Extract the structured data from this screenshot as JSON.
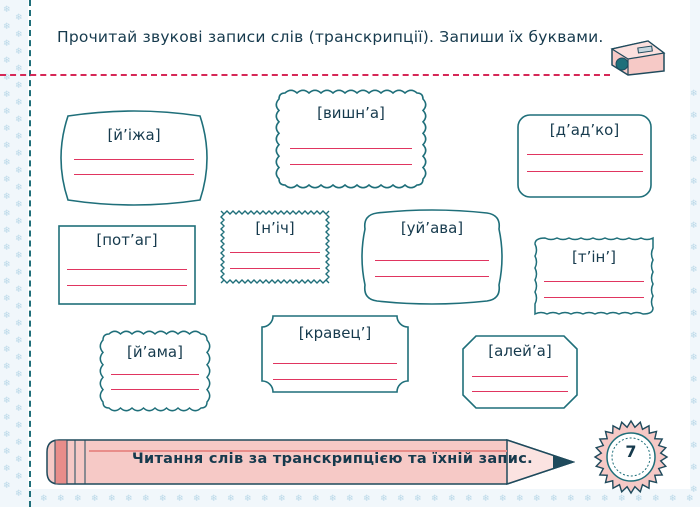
{
  "instruction": "Прочитай звукові записи слів (транскрипції). Запиши їх буквами.",
  "cards": [
    {
      "label": "[й’іжа]"
    },
    {
      "label": "[вишн’а]"
    },
    {
      "label": "[д’ад’ко]"
    },
    {
      "label": "[пот’аг]"
    },
    {
      "label": "[н’іч]"
    },
    {
      "label": "[уй’ава]"
    },
    {
      "label": "[т’ін’]"
    },
    {
      "label": "[й’ама]"
    },
    {
      "label": "[кравец’]"
    },
    {
      "label": "[алей’а]"
    }
  ],
  "footer": {
    "text": "Читання слів за транскрипцією та їхній запис."
  },
  "page_number": "7",
  "colors": {
    "ink": "#1f6f7a",
    "accent": "#d62857",
    "pencil": "#f6c9c6",
    "pencil_dark": "#e88d8a"
  },
  "icons": [
    "pencil-icon",
    "sharpener-icon",
    "snowflake-icon"
  ]
}
